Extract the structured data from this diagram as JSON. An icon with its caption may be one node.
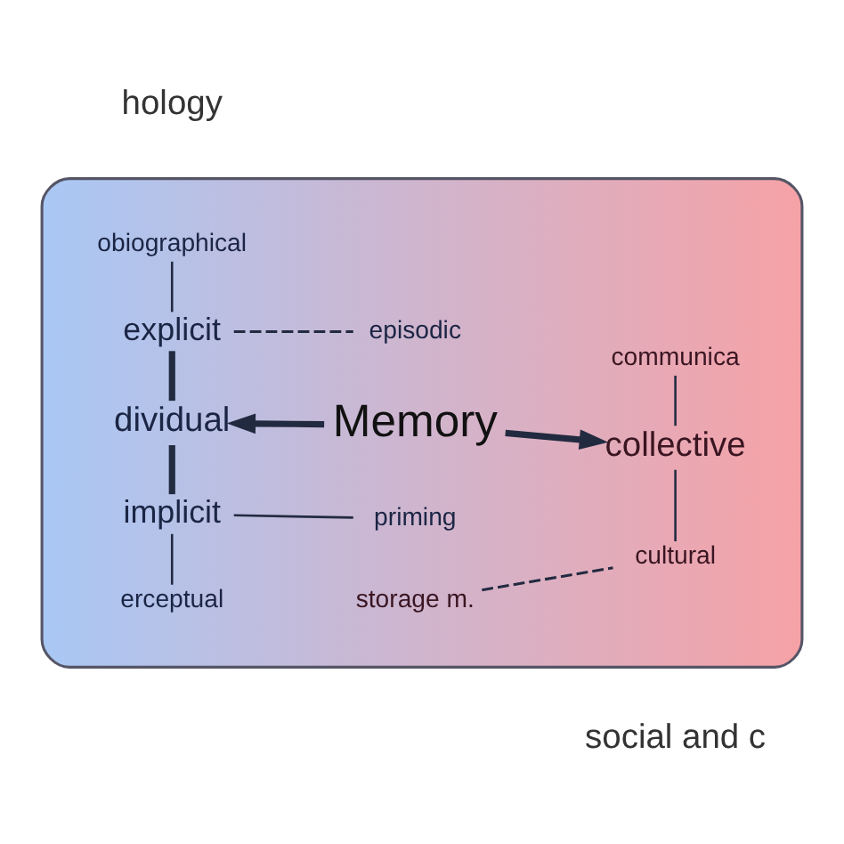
{
  "diagram": {
    "nodes": [
      {
        "text": [],
        "shape": "ellipse"
      },
      {
        "text": [
          "obiographical"
        ],
        "in": 0
      },
      {
        "text": [
          "explicit"
        ],
        "in": 0
      },
      {
        "text": [
          "episodic"
        ],
        "in": 0
      },
      {
        "text": [
          "communica"
        ],
        "in": 0
      },
      {
        "text": [
          "dividual"
        ],
        "in": 0
      },
      {
        "text": [
          "Memory"
        ],
        "in": 0
      },
      {
        "text": [
          "collective"
        ],
        "in": 0
      },
      {
        "text": [
          "implicit"
        ],
        "in": 0
      },
      {
        "text": [
          "priming"
        ],
        "in": 0
      },
      {
        "text": [
          "storage m."
        ],
        "in": 0
      },
      {
        "text": [
          "cultural"
        ],
        "in": 0
      },
      {
        "text": [
          "erceptual"
        ],
        "in": 0
      }
    ],
    "edges": [
      {
        "from": 6,
        "to": 5,
        "arrow": "to",
        "style": "thick"
      },
      {
        "from": 6,
        "to": 7,
        "arrow": "to",
        "style": "thick"
      },
      {
        "from": 2,
        "to": 1,
        "arrow": "none"
      },
      {
        "from": 5,
        "to": 2,
        "arrow": "none",
        "style": "thick"
      },
      {
        "from": 2,
        "to": 3,
        "arrow": "none",
        "style": "dashed"
      },
      {
        "from": 8,
        "to": 5,
        "arrow": "none",
        "style": "thick"
      },
      {
        "from": 8,
        "to": 9,
        "arrow": "none"
      },
      {
        "from": 12,
        "to": 8,
        "arrow": "none"
      },
      {
        "from": 7,
        "to": 4,
        "arrow": "none"
      },
      {
        "from": 11,
        "to": 7,
        "arrow": "none"
      },
      {
        "from": 10,
        "to": 11,
        "arrow": "none",
        "style": "dashed"
      }
    ],
    "labels": [
      "hology",
      "social and c"
    ]
  }
}
